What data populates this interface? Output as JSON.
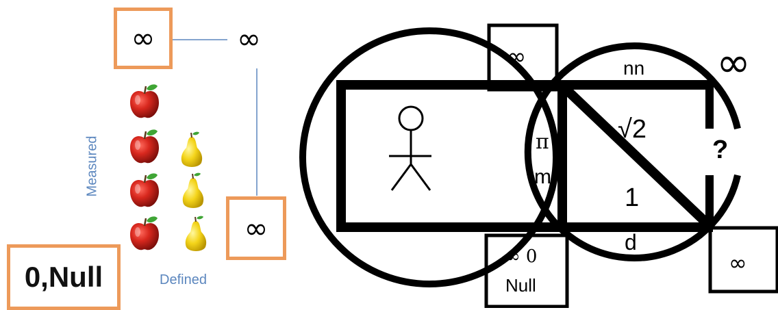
{
  "left": {
    "top_box_symbol": "∞",
    "top_right_symbol": "∞",
    "right_box_symbol": "∞",
    "null_box_label": "0,Null",
    "axis_y_label": "Measured",
    "axis_x_label": "Defined"
  },
  "right": {
    "top_square_symbol": "∞",
    "corner_symbol": "∞",
    "bottom_right_square_symbol": "∞",
    "bottom_square_line1": "∞ 0",
    "bottom_square_line2": "Null",
    "label_nn": "nn",
    "label_sqrt2": "√2",
    "label_pi": "π",
    "label_m": "m",
    "label_1": "1",
    "label_d": "d",
    "label_question": "?"
  },
  "colors": {
    "orange_border": "#ED9A5A",
    "label_blue": "#5B86BE",
    "line_blue": "#5B86BE"
  }
}
